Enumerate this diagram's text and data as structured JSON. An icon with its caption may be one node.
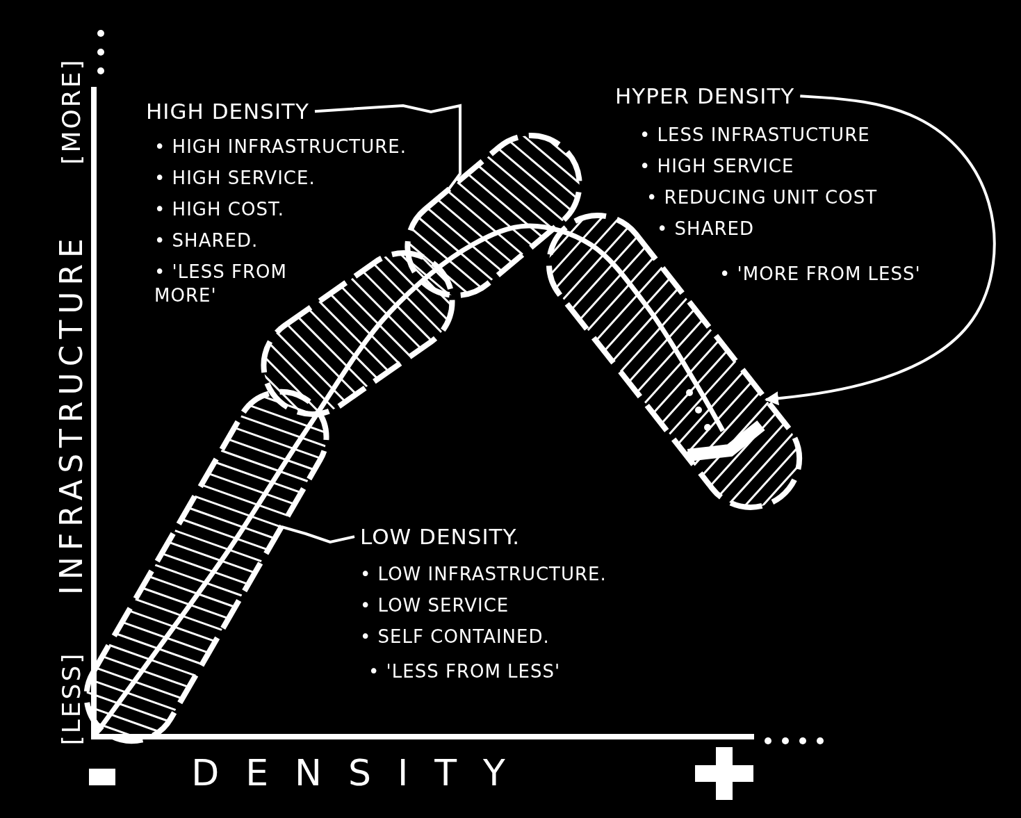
{
  "diagram": {
    "nodes": [
      {
        "text": [
          "HIGH DENSITY",
          "• HIGH INFRASTRUCTURE.",
          "• HIGH SERVICE.",
          "• HIGH COST.",
          "• SHARED.",
          "• 'LESS FROM MORE'"
        ]
      },
      {
        "text": [
          "HYPER DENSITY",
          "• LESS INFRASTUCTURE",
          "• HIGH SERVICE",
          "• REDUCING UNIT COST",
          "• SHARED",
          "• 'MORE FROM LESS'"
        ]
      },
      {
        "text": [
          "LOW DENSITY.",
          "• LOW INFRASTRUCTURE.",
          "• LOW SERVICE",
          "• SELF CONTAINED.",
          "• 'LESS FROM LESS'"
        ]
      },
      {
        "text": [],
        "shape": "capsule"
      },
      {
        "text": [],
        "shape": "capsule"
      },
      {
        "text": [],
        "shape": "capsule"
      },
      {
        "text": [],
        "shape": "capsule"
      }
    ],
    "edges": [
      {
        "from": 0,
        "to": 5,
        "arrow": "none"
      },
      {
        "from": 1,
        "to": 6,
        "arrow": "to"
      },
      {
        "from": 2,
        "to": 3,
        "arrow": "none"
      }
    ],
    "labels": [
      "[MORE]",
      "INFRASTRUCTURE",
      "[LESS]",
      "DENSITY"
    ]
  }
}
